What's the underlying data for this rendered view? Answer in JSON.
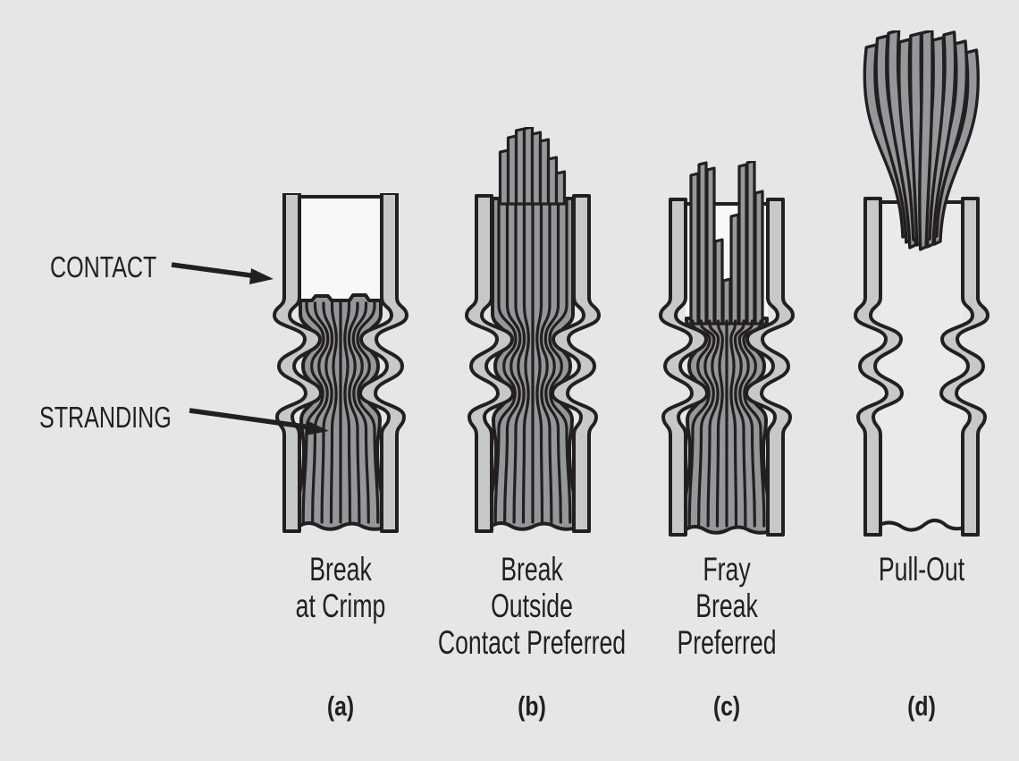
{
  "colors": {
    "background": "#e5e6e8",
    "outline": "#231f20",
    "barrel_wall": "#c7c8ca",
    "strands": "#96979a",
    "empty_interior": "#f7f8f9",
    "barrel_interior": "#e9eaec",
    "text": "#231f20"
  },
  "callouts": {
    "contact": "CONTACT",
    "stranding": "STRANDING"
  },
  "panels": [
    {
      "letter": "(a)",
      "caption_lines": [
        "Break",
        "at Crimp"
      ]
    },
    {
      "letter": "(b)",
      "caption_lines": [
        "Break",
        "Outside",
        "Contact Preferred"
      ]
    },
    {
      "letter": "(c)",
      "caption_lines": [
        "Fray",
        "Break",
        "Preferred"
      ]
    },
    {
      "letter": "(d)",
      "caption_lines": [
        "Pull-Out"
      ]
    }
  ]
}
